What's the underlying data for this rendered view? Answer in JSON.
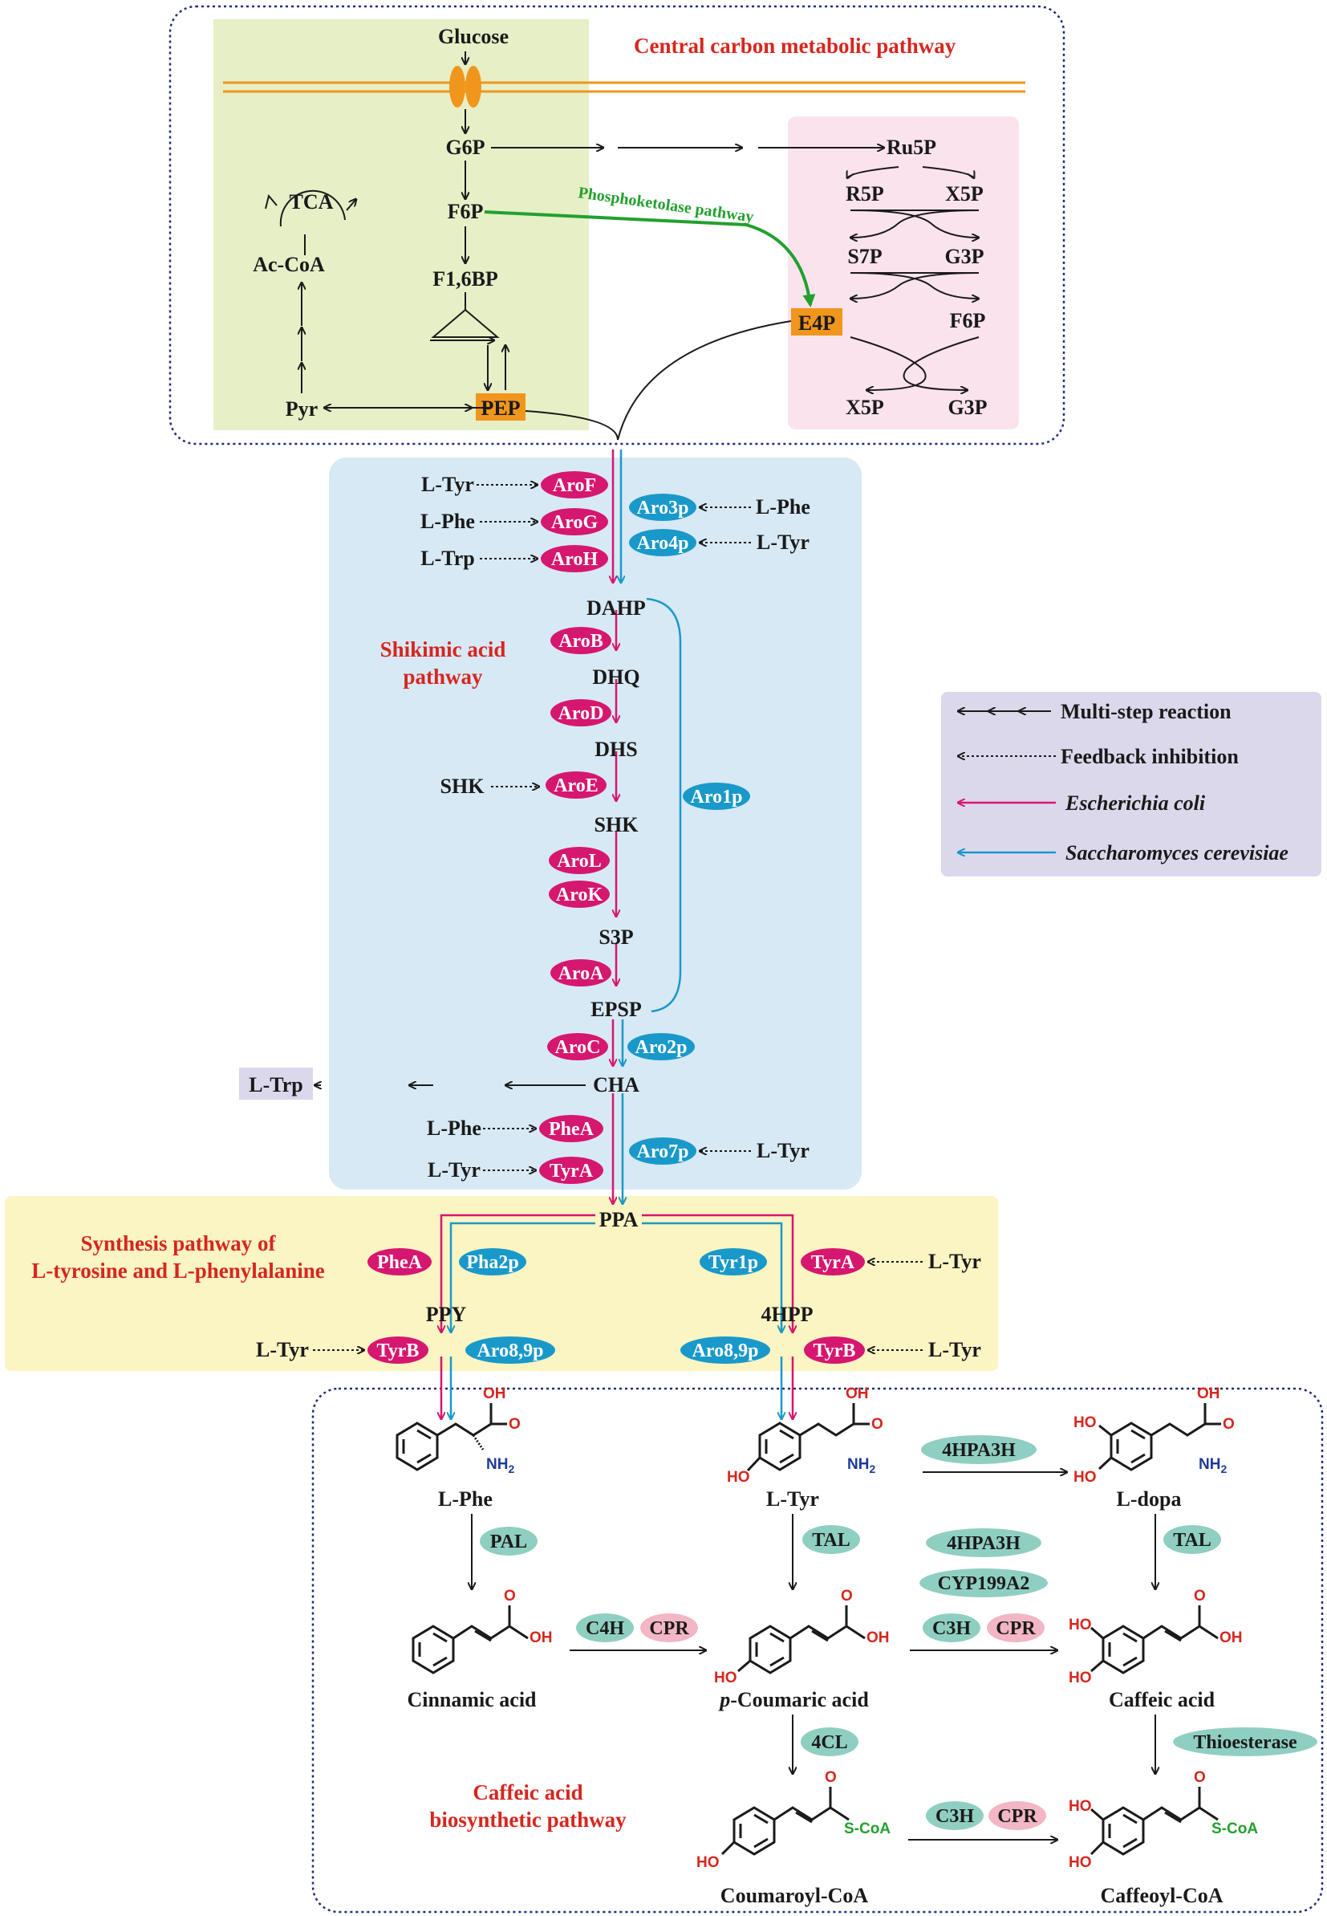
{
  "titles": {
    "central": "Central carbon metabolic pathway",
    "shikimic_l1": "Shikimic acid",
    "shikimic_l2": "pathway",
    "synth_l1": "Synthesis pathway of",
    "synth_l2": "L-tyrosine and L-phenylalanine",
    "caffeic_l1": "Caffeic acid",
    "caffeic_l2": "biosynthetic pathway",
    "phosphoketolase": "Phosphoketolase pathway"
  },
  "central_metabolites": {
    "glucose": "Glucose",
    "g6p": "G6P",
    "f6p": "F6P",
    "f16bp": "F1,6BP",
    "pep": "PEP",
    "pyr": "Pyr",
    "accoa": "Ac-CoA",
    "tca": "TCA",
    "ru5p": "Ru5P",
    "r5p": "R5P",
    "x5p": "X5P",
    "s7p": "S7P",
    "g3p": "G3P",
    "e4p": "E4P",
    "f6p_r": "F6P",
    "x5p_b": "X5P",
    "g3p_b": "G3P"
  },
  "shikimate_metabolites": {
    "dahp": "DAHP",
    "dhq": "DHQ",
    "dhs": "DHS",
    "shk": "SHK",
    "s3p": "S3P",
    "epsp": "EPSP",
    "cha": "CHA",
    "shk_inhibitor": "SHK",
    "ltrp_out": "L-Trp"
  },
  "aromatic_metabolites": {
    "ppa": "PPA",
    "ppy": "PPY",
    "hpp": "4HPP"
  },
  "ecoli_enzymes": {
    "arof": "AroF",
    "arog": "AroG",
    "aroh": "AroH",
    "arob": "AroB",
    "arod": "AroD",
    "aroe": "AroE",
    "arol": "AroL",
    "arok": "AroK",
    "aroa": "AroA",
    "aroc": "AroC",
    "phea_1": "PheA",
    "tyra_1": "TyrA",
    "phea_2": "PheA",
    "tyra_2": "TyrA",
    "tyrb_1": "TyrB",
    "tyrb_2": "TyrB"
  },
  "yeast_enzymes": {
    "aro3p": "Aro3p",
    "aro4p": "Aro4p",
    "aro1p": "Aro1p",
    "aro2p": "Aro2p",
    "aro7p": "Aro7p",
    "pha2p": "Pha2p",
    "tyr1p": "Tyr1p",
    "aro89p_1": "Aro8,9p",
    "aro89p_2": "Aro8,9p"
  },
  "inhibitors": {
    "arof_inh": "L-Tyr",
    "arog_inh": "L-Phe",
    "aroh_inh": "L-Trp",
    "aro3p_inh": "L-Phe",
    "aro4p_inh": "L-Tyr",
    "phea_inh": "L-Phe",
    "tyra_inh": "L-Tyr",
    "aro7p_inh": "L-Tyr",
    "tyra2_inh": "L-Tyr",
    "tyrb1_inh": "L-Tyr",
    "tyrb2_inh": "L-Tyr"
  },
  "caffeic_compounds": {
    "lphe": "L-Phe",
    "ltyr": "L-Tyr",
    "ldopa": "L-dopa",
    "cinnamic": "Cinnamic acid",
    "pcoumaric_italic": "p",
    "pcoumaric_rest": "-Coumaric acid",
    "caffeic": "Caffeic acid",
    "coumaroylcoa": "Coumaroyl-CoA",
    "caffeoylcoa": "Caffeoyl-CoA"
  },
  "heterologous_enzymes": {
    "pal": "PAL",
    "tal_1": "TAL",
    "tal_2": "TAL",
    "c4h": "C4H",
    "cpr_1": "CPR",
    "hpa3h_1": "4HPA3H",
    "hpa3h_2": "4HPA3H",
    "cyp": "CYP199A2",
    "c3h_1": "C3H",
    "cpr_2": "CPR",
    "cl4": "4CL",
    "thioesterase": "Thioesterase",
    "c3h_2": "C3H",
    "cpr_3": "CPR"
  },
  "chem_labels": {
    "oh": "OH",
    "ho": "HO",
    "o": "O",
    "nh2": "NH",
    "nh2_sub": "2",
    "scoa": "S-CoA"
  },
  "legend": {
    "multistep": "Multi-step reaction",
    "feedback": "Feedback inhibition",
    "ecoli": "Escherichia coli",
    "yeast": "Saccharomyces cerevisiae"
  },
  "colors": {
    "ecoli": "#d6176f",
    "yeast": "#1999c9",
    "central_bg": "#e6efc6",
    "ppp_bg": "#fbe3ee",
    "shikimate_bg": "#d7e9f5",
    "aromatic_bg": "#fbf4c3",
    "legend_bg": "#dcd8ec",
    "node_highlight": "#f0961c",
    "enzyme_teal": "#8fcfc1",
    "enzyme_pink": "#f2b6c4",
    "phosphoketolase": "#22a02e",
    "title_red": "#d7261e"
  }
}
